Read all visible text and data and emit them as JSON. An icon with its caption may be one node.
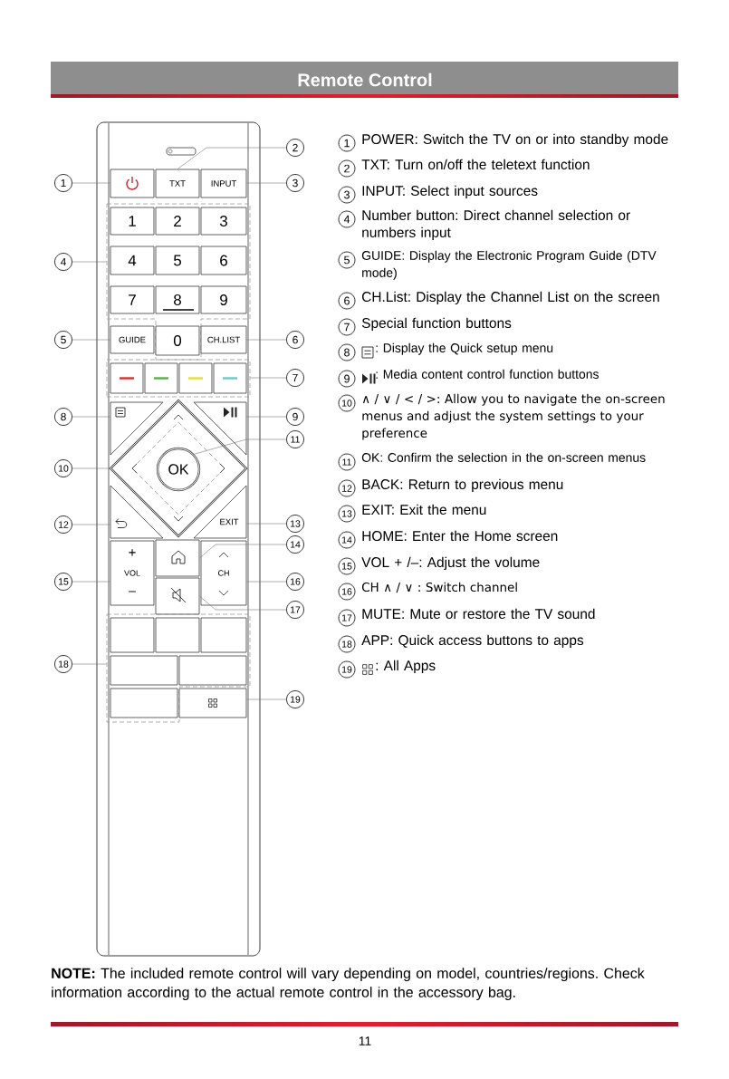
{
  "diagram": {
    "title": "Remote Control",
    "nodes": [
      {
        "text": [],
        "shape": "box"
      },
      {
        "text": [],
        "shape": "box",
        "in": 0
      },
      {
        "text": [
          "TXT"
        ],
        "in": 0
      },
      {
        "text": [
          "INPUT"
        ],
        "in": 0
      },
      {
        "text": [],
        "shape": "box",
        "in": 0
      },
      {
        "text": [
          "1"
        ],
        "in": 4
      },
      {
        "text": [
          "2"
        ],
        "in": 4
      },
      {
        "text": [
          "3"
        ],
        "in": 4
      },
      {
        "text": [
          "4"
        ],
        "in": 4
      },
      {
        "text": [
          "5"
        ],
        "in": 4
      },
      {
        "text": [
          "6"
        ],
        "in": 4
      },
      {
        "text": [
          "7"
        ],
        "in": 4
      },
      {
        "text": [
          "8"
        ],
        "in": 4
      },
      {
        "text": [
          "9"
        ],
        "in": 4
      },
      {
        "text": [
          "GUIDE"
        ],
        "in": 0
      },
      {
        "text": [
          "0"
        ],
        "in": 4
      },
      {
        "text": [
          "CH.LIST"
        ],
        "in": 0
      },
      {
        "text": [],
        "shape": "box",
        "in": 0
      },
      {
        "text": [],
        "shape": "box",
        "in": 17
      },
      {
        "text": [],
        "shape": "box",
        "in": 17
      },
      {
        "text": [],
        "shape": "box",
        "in": 17
      },
      {
        "text": [],
        "shape": "box",
        "in": 17
      },
      {
        "text": [],
        "shape": "box",
        "in": 0
      },
      {
        "text": [],
        "shape": "box",
        "in": 0
      },
      {
        "text": [],
        "shape": "diamond",
        "in": 0
      },
      {
        "text": [
          "OK"
        ],
        "in": 24
      },
      {
        "text": [],
        "shape": "box",
        "in": 0
      },
      {
        "text": [
          "EXIT"
        ],
        "in": 0
      },
      {
        "text": [
          "+",
          "VOL",
          "–"
        ],
        "in": 0
      },
      {
        "text": [],
        "shape": "box",
        "in": 0
      },
      {
        "text": [],
        "shape": "box",
        "in": 0
      },
      {
        "text": [
          "CH"
        ],
        "in": 0
      },
      {
        "text": [],
        "shape": "box",
        "in": 0
      },
      {
        "text": [],
        "shape": "box",
        "in": 32
      },
      {
        "text": [],
        "shape": "box",
        "in": 32
      },
      {
        "text": [],
        "shape": "box",
        "in": 32
      },
      {
        "text": [],
        "shape": "box",
        "in": 32
      },
      {
        "text": [],
        "shape": "box",
        "in": 32
      },
      {
        "text": [],
        "shape": "box",
        "in": 32
      },
      {
        "text": [],
        "shape": "box",
        "in": 0
      },
      {
        "text": [
          "1"
        ]
      },
      {
        "text": [
          "2"
        ]
      },
      {
        "text": [
          "3"
        ]
      },
      {
        "text": [
          "4"
        ]
      },
      {
        "text": [
          "5"
        ]
      },
      {
        "text": [
          "6"
        ]
      },
      {
        "text": [
          "7"
        ]
      },
      {
        "text": [
          "8"
        ]
      },
      {
        "text": [
          "9"
        ]
      },
      {
        "text": [
          "10"
        ]
      },
      {
        "text": [
          "11"
        ]
      },
      {
        "text": [
          "12"
        ]
      },
      {
        "text": [
          "13"
        ]
      },
      {
        "text": [
          "14"
        ]
      },
      {
        "text": [
          "15"
        ]
      },
      {
        "text": [
          "16"
        ]
      },
      {
        "text": [
          "17"
        ]
      },
      {
        "text": [
          "18"
        ]
      },
      {
        "text": [
          "19"
        ]
      }
    ],
    "edges": [
      {
        "from": 40,
        "to": 1,
        "arrow": "none"
      },
      {
        "from": 41,
        "to": 2,
        "arrow": "none"
      },
      {
        "from": 42,
        "to": 3,
        "arrow": "none"
      },
      {
        "from": 43,
        "to": 4,
        "arrow": "none"
      },
      {
        "from": 44,
        "to": 14,
        "arrow": "none"
      },
      {
        "from": 45,
        "to": 16,
        "arrow": "none"
      },
      {
        "from": 46,
        "to": 17,
        "arrow": "none"
      },
      {
        "from": 47,
        "to": 22,
        "arrow": "none"
      },
      {
        "from": 48,
        "to": 23,
        "arrow": "none"
      },
      {
        "from": 49,
        "to": 24,
        "arrow": "none"
      },
      {
        "from": 50,
        "to": 25,
        "arrow": "none"
      },
      {
        "from": 51,
        "to": 26,
        "arrow": "none"
      },
      {
        "from": 52,
        "to": 27,
        "arrow": "none"
      },
      {
        "from": 53,
        "to": 29,
        "arrow": "none"
      },
      {
        "from": 54,
        "to": 28,
        "arrow": "none"
      },
      {
        "from": 55,
        "to": 31,
        "arrow": "none"
      },
      {
        "from": 56,
        "to": 30,
        "arrow": "none"
      },
      {
        "from": 57,
        "to": 32,
        "arrow": "none"
      },
      {
        "from": 58,
        "to": 39,
        "arrow": "none"
      }
    ],
    "labels": [
      "1",
      "POWER: Switch the TV on or into standby mode",
      "2",
      "TXT: Turn on/off the teletext function",
      "3",
      "INPUT: Select input sources",
      "4",
      "Number button: Direct channel selection or numbers input",
      "5",
      "GUIDE: Display the Electronic Program Guide (DTV mode)",
      "6",
      "CH.List: Display the Channel List on the screen",
      "7",
      "Special function buttons",
      "8",
      ": Display the Quick setup menu",
      "9",
      ": Media content control function buttons",
      "10",
      "∧ / ∨ / < / >: Allow you to navigate the on-screen menus and adjust the system settings to your preference",
      "11",
      "OK: Confirm the selection in the on-screen menus",
      "12",
      "BACK: Return to previous menu",
      "13",
      "EXIT: Exit the menu",
      "14",
      "HOME: Enter the Home screen",
      "15",
      "VOL + /–: Adjust the volume",
      "16",
      "CH ∧ / ∨ : Switch channel",
      "17",
      "MUTE: Mute or restore the TV sound",
      "18",
      "APP: Quick access buttons to apps",
      "19",
      ": All Apps",
      "**NOTE:** The included remote control will vary depending on model, countries/regions. Check information according to the actual remote control in the accessory bag.",
      "11"
    ]
  }
}
